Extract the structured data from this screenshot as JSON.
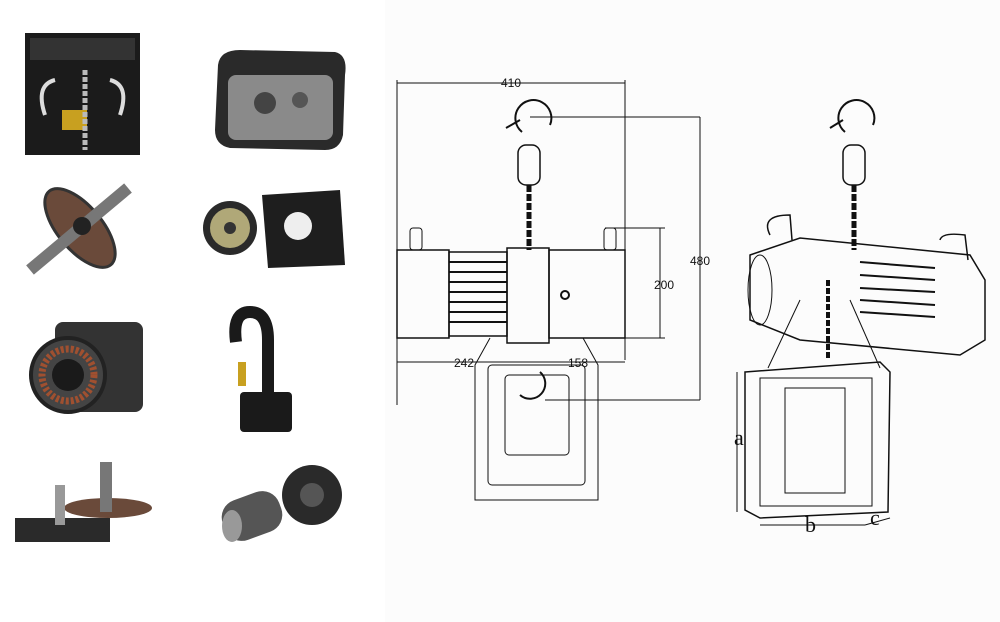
{
  "front_view": {
    "dimensions": {
      "overall_width": "410",
      "overall_height": "480",
      "body_height": "200",
      "left_offset": "242",
      "right_offset": "158"
    }
  },
  "perspective_view": {
    "labels": {
      "a": "a",
      "b": "b",
      "c": "c"
    }
  },
  "photos": [
    {
      "name": "hook-chain-assembly-photo"
    },
    {
      "name": "gearbox-cover-photo"
    },
    {
      "name": "gear-shaft-photo"
    },
    {
      "name": "brake-disc-cover-photo"
    },
    {
      "name": "motor-stator-photo"
    },
    {
      "name": "hook-photo"
    },
    {
      "name": "gear-set-photo"
    },
    {
      "name": "chain-sprocket-photo"
    }
  ]
}
